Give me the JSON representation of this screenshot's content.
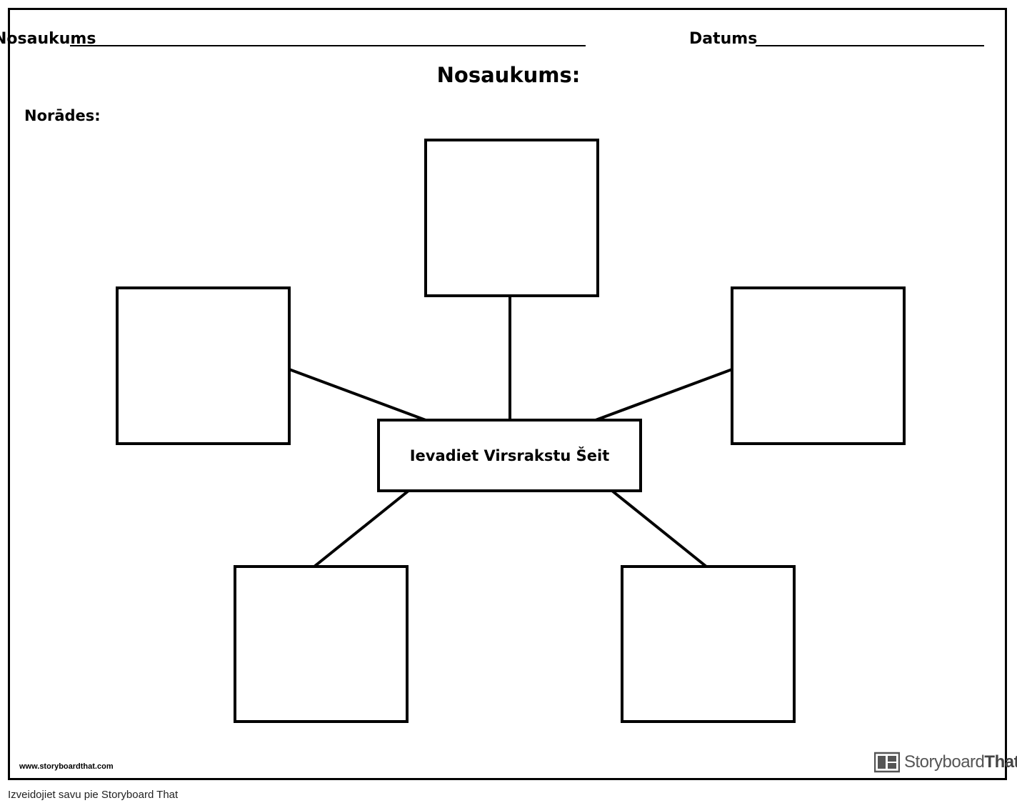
{
  "worksheet": {
    "name_label": "Nosaukums",
    "date_label": "Datums",
    "title": "Nosaukums:",
    "instructions_label": "Norādes:",
    "center_label": "Ievadiet Virsrakstu Šeit",
    "footer_url": "www.storyboardthat.com",
    "brand_name_a": "Storyboard",
    "brand_name_b": "That"
  },
  "caption": "Izveidojiet savu pie Storyboard That"
}
